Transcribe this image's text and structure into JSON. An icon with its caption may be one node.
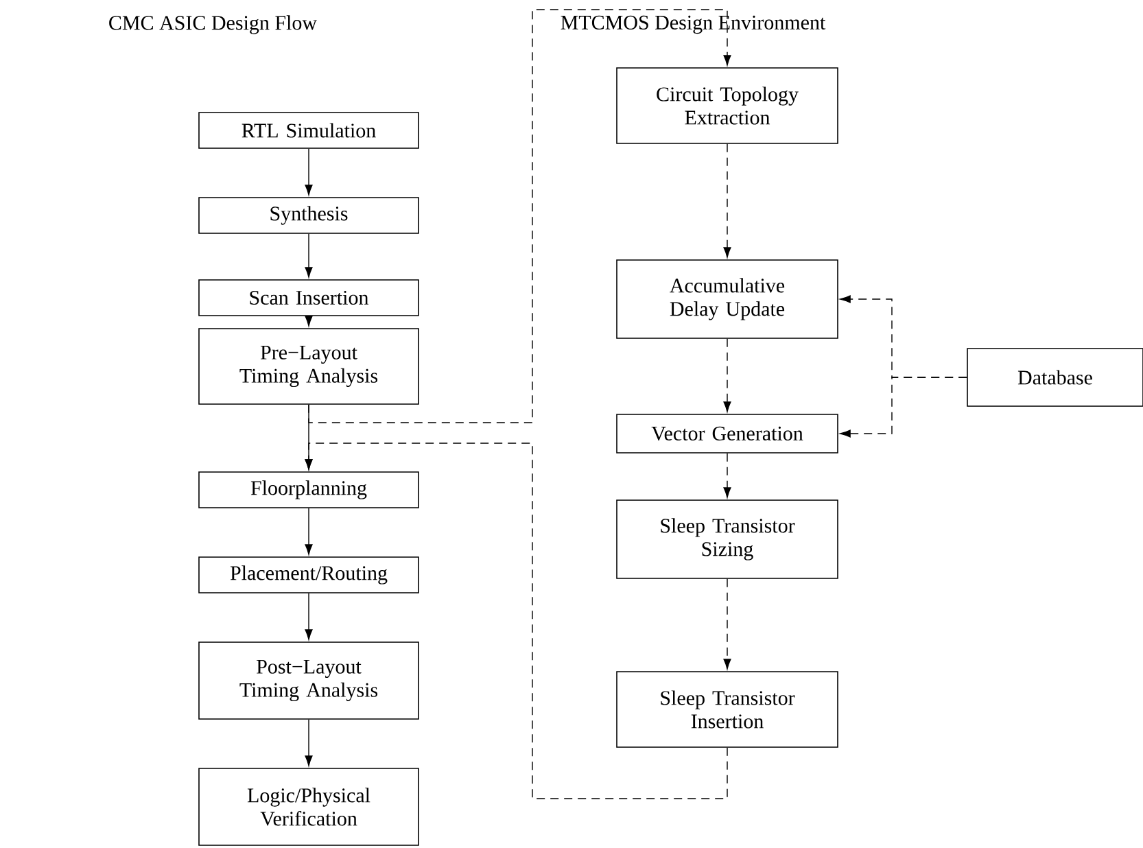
{
  "diagram": {
    "nodes": [
      {
        "text": [
          "RTL Simulation"
        ]
      },
      {
        "text": [
          "Synthesis"
        ]
      },
      {
        "text": [
          "Scan Insertion"
        ]
      },
      {
        "text": [
          "Pre−Layout Timing Analysis"
        ]
      },
      {
        "text": [
          "Floorplanning"
        ]
      },
      {
        "text": [
          "Placement/Routing"
        ]
      },
      {
        "text": [
          "Post−Layout Timing Analysis"
        ]
      },
      {
        "text": [
          "Logic/Physical Verification"
        ]
      },
      {
        "text": [
          "Circuit Topology Extraction"
        ]
      },
      {
        "text": [
          "Accumulative Delay Update"
        ]
      },
      {
        "text": [
          "Vector Generation"
        ]
      },
      {
        "text": [
          "Sleep Transistor Sizing"
        ]
      },
      {
        "text": [
          "Sleep Transistor Insertion"
        ]
      },
      {
        "text": [
          "Database"
        ]
      }
    ],
    "edges": [
      {
        "from": 0,
        "to": 1,
        "arrow": "to"
      },
      {
        "from": 1,
        "to": 2,
        "arrow": "to"
      },
      {
        "from": 2,
        "to": 3,
        "arrow": "to"
      },
      {
        "from": 3,
        "to": 4,
        "arrow": "to"
      },
      {
        "from": 4,
        "to": 5,
        "arrow": "to"
      },
      {
        "from": 5,
        "to": 6,
        "arrow": "to"
      },
      {
        "from": 6,
        "to": 7,
        "arrow": "to"
      },
      {
        "from": 3,
        "to": 8,
        "arrow": "to",
        "style": "dashed"
      },
      {
        "from": 8,
        "to": 9,
        "arrow": "to",
        "style": "dashed"
      },
      {
        "from": 9,
        "to": 10,
        "arrow": "to",
        "style": "dashed"
      },
      {
        "from": 10,
        "to": 11,
        "arrow": "to",
        "style": "dashed"
      },
      {
        "from": 11,
        "to": 12,
        "arrow": "to",
        "style": "dashed"
      },
      {
        "from": 12,
        "to": 4,
        "arrow": "to",
        "style": "dashed"
      },
      {
        "from": 13,
        "to": 9,
        "arrow": "to",
        "style": "dashed"
      },
      {
        "from": 13,
        "to": 10,
        "arrow": "to",
        "style": "dashed"
      }
    ],
    "labels": [
      "CMC ASIC Design Flow",
      "MTCMOS Design Environment"
    ]
  }
}
